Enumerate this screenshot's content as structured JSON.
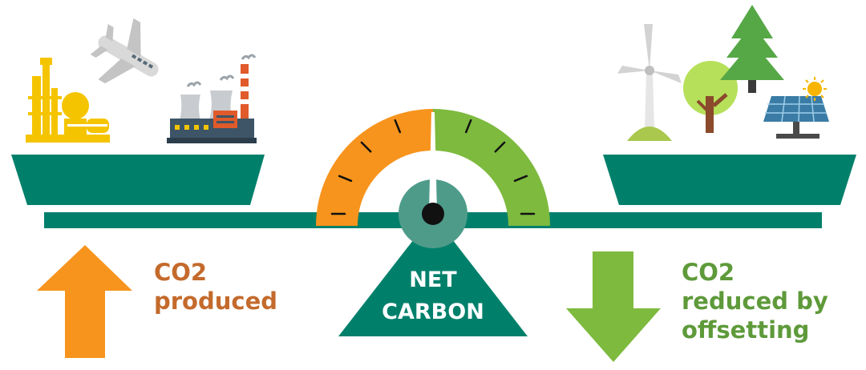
{
  "colors": {
    "teal": "#00806b",
    "orange": "#f7941d",
    "green": "#7dba3e",
    "orange_text": "#c46a2c",
    "green_text": "#5e9a3a",
    "factory_yellow": "#f5c400",
    "white": "#ffffff"
  },
  "icons": [
    "refinery-icon",
    "airplane-icon",
    "factory-icon",
    "wind-turbine-icon",
    "tree-icon",
    "pine-tree-icon",
    "solar-panel-icon",
    "sun-icon"
  ],
  "left_label": {
    "line1": "CO2",
    "line2": "produced"
  },
  "center_label": {
    "line1": "NET",
    "line2": "CARBON"
  },
  "right_label": {
    "line1": "CO2",
    "line2": "reduced by",
    "line3": "offsetting"
  },
  "gauge": {
    "needle_level": 0.5
  }
}
